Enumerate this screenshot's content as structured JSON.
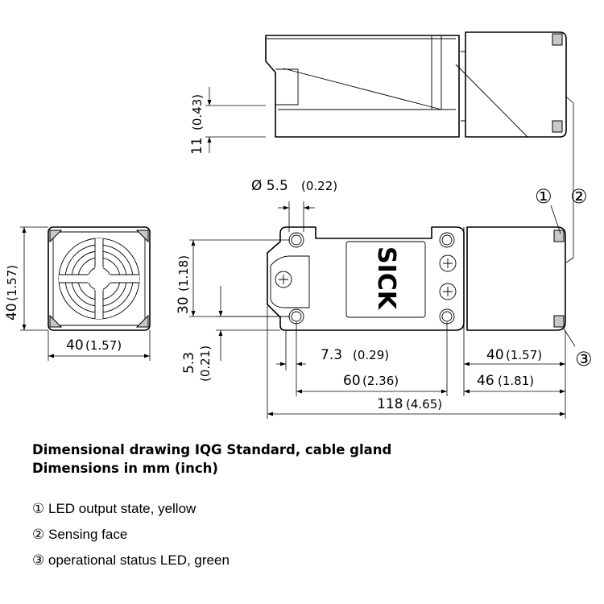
{
  "drawing": {
    "dims": {
      "d11": "11",
      "d11_in": "(0.43)",
      "hole": "Ø 5.5",
      "hole_in": "(0.22)",
      "d40h": "40",
      "d40h_in": "(1.57)",
      "d40w": "40",
      "d40w_in": "(1.57)",
      "d30": "30",
      "d30_in": "(1.18)",
      "d5_3": "5.3",
      "d5_3_in": "(0.21)",
      "d7_3": "7.3",
      "d7_3_in": "(0.29)",
      "d60": "60",
      "d60_in": "(2.36)",
      "d118": "118",
      "d118_in": "(4.65)",
      "d40r": "40",
      "d40r_in": "(1.57)",
      "d46": "46",
      "d46_in": "(1.81)"
    },
    "callouts": {
      "c1": "①",
      "c2": "②",
      "c3": "③"
    },
    "brand": "SICK"
  },
  "caption": {
    "line1": "Dimensional drawing IQG Standard, cable gland",
    "line2": "Dimensions in mm (inch)"
  },
  "legend": [
    {
      "marker": "①",
      "text": "LED output state, yellow"
    },
    {
      "marker": "②",
      "text": "Sensing face"
    },
    {
      "marker": "③",
      "text": "operational status LED, green"
    }
  ]
}
